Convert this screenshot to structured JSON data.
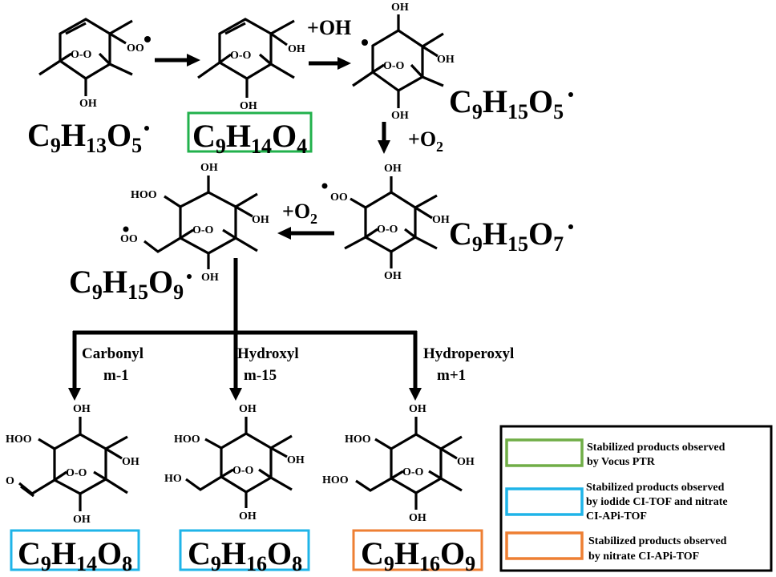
{
  "figure": {
    "description": "Reaction mechanism scheme from C9H13O5 radical to stabilized products",
    "colors": {
      "green": "#22b14c",
      "blue": "#1fb4e8",
      "orange": "#ee7f33",
      "legend_green": "#70ad47",
      "black": "#000000"
    }
  },
  "molecules": [
    {
      "id": "m1",
      "formula": {
        "parts": [
          [
            "C",
            "9"
          ],
          [
            "H",
            "13"
          ],
          [
            "O",
            "5"
          ]
        ],
        "radical": true
      },
      "substituents": [
        "OO•",
        "O-O",
        "OH"
      ],
      "box": null
    },
    {
      "id": "m2",
      "formula": {
        "parts": [
          [
            "C",
            "9"
          ],
          [
            "H",
            "14"
          ],
          [
            "O",
            "4"
          ]
        ],
        "radical": false
      },
      "substituents": [
        "OH",
        "O-O",
        "OH"
      ],
      "box": "green"
    },
    {
      "id": "m3",
      "formula": {
        "parts": [
          [
            "C",
            "9"
          ],
          [
            "H",
            "15"
          ],
          [
            "O",
            "5"
          ]
        ],
        "radical": true
      },
      "substituents": [
        "OH",
        "•",
        "OH",
        "O-O",
        "OH"
      ],
      "box": null
    },
    {
      "id": "m4",
      "formula": {
        "parts": [
          [
            "C",
            "9"
          ],
          [
            "H",
            "15"
          ],
          [
            "O",
            "7"
          ]
        ],
        "radical": true
      },
      "substituents": [
        "OH",
        "•OO",
        "OH",
        "O-O",
        "OH"
      ],
      "box": null
    },
    {
      "id": "m5",
      "formula": {
        "parts": [
          [
            "C",
            "9"
          ],
          [
            "H",
            "15"
          ],
          [
            "O",
            "9"
          ]
        ],
        "radical": true
      },
      "substituents": [
        "OH",
        "HOO",
        "OH",
        "•OO",
        "O-O",
        "OH"
      ],
      "box": null
    },
    {
      "id": "p1",
      "formula": {
        "parts": [
          [
            "C",
            "9"
          ],
          [
            "H",
            "14"
          ],
          [
            "O",
            "8"
          ]
        ],
        "radical": false
      },
      "substituents": [
        "OH",
        "HOO",
        "OH",
        "O=",
        "O-O",
        "OH"
      ],
      "box": "blue"
    },
    {
      "id": "p2",
      "formula": {
        "parts": [
          [
            "C",
            "9"
          ],
          [
            "H",
            "16"
          ],
          [
            "O",
            "8"
          ]
        ],
        "radical": false
      },
      "substituents": [
        "OH",
        "HOO",
        "OH",
        "HO",
        "O-O",
        "OH"
      ],
      "box": "blue"
    },
    {
      "id": "p3",
      "formula": {
        "parts": [
          [
            "C",
            "9"
          ],
          [
            "H",
            "16"
          ],
          [
            "O",
            "9"
          ]
        ],
        "radical": false
      },
      "substituents": [
        "OH",
        "HOO",
        "OH",
        "HOO",
        "O-O",
        "OH"
      ],
      "box": "orange"
    }
  ],
  "labels": {
    "atoms": {
      "OH": "OH",
      "OO": "OO",
      "HOO": "HOO",
      "HO": "HO",
      "O_peroxide": "O-O",
      "O_carbonyl": "O",
      "radical_dot": "•"
    }
  },
  "reagents": {
    "plus_oh": "+OH",
    "plus_o2_a": {
      "main": "+O",
      "sub": "2"
    },
    "plus_o2_b": {
      "main": "+O",
      "sub": "2"
    }
  },
  "branches": [
    {
      "name": "Carbonyl",
      "shift": "m-1"
    },
    {
      "name": "Hydroxyl",
      "shift": "m-15"
    },
    {
      "name": "Hydroperoxyl",
      "shift": "m+1"
    }
  ],
  "legend": {
    "items": [
      {
        "color": "#70ad47",
        "lines": [
          "Stabilized products observed",
          "by Vocus PTR"
        ]
      },
      {
        "color": "#1fb4e8",
        "lines": [
          "Stabilized products observed",
          "by iodide CI-TOF and nitrate",
          "CI-APi-TOF"
        ]
      },
      {
        "color": "#ee7f33",
        "lines": [
          "Stabilized products observed",
          "by nitrate CI-APi-TOF"
        ]
      }
    ]
  }
}
